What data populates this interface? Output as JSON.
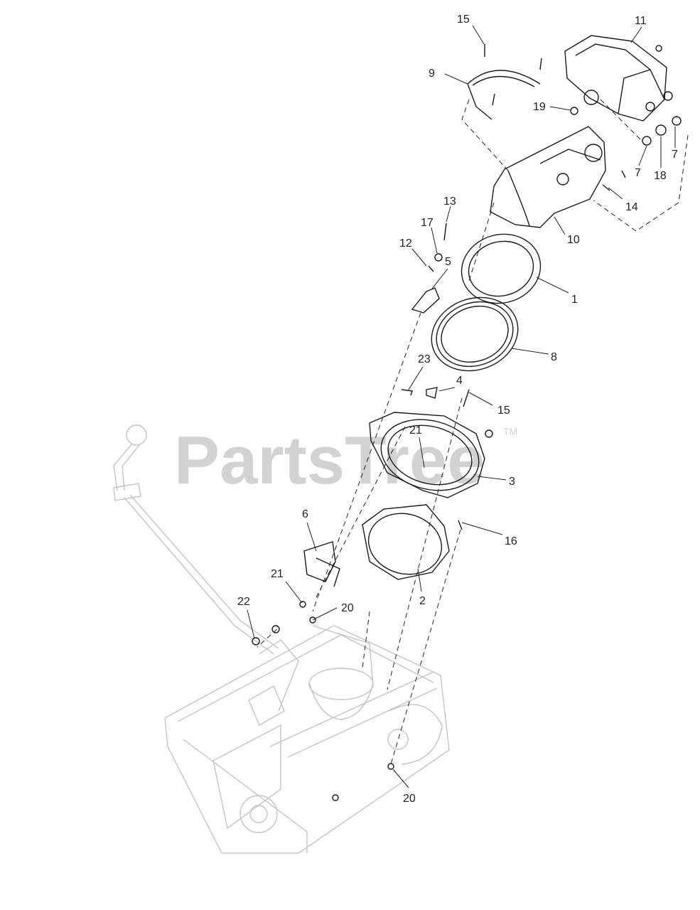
{
  "watermark": {
    "brand": "PartsTree",
    "tm": "TM"
  },
  "callouts": [
    {
      "id": "c15a",
      "label": "15"
    },
    {
      "id": "c11",
      "label": "11"
    },
    {
      "id": "c9",
      "label": "9"
    },
    {
      "id": "c19",
      "label": "19"
    },
    {
      "id": "c7a",
      "label": "7"
    },
    {
      "id": "c7b",
      "label": "7"
    },
    {
      "id": "c18",
      "label": "18"
    },
    {
      "id": "c14",
      "label": "14"
    },
    {
      "id": "c13",
      "label": "13"
    },
    {
      "id": "c17",
      "label": "17"
    },
    {
      "id": "c12",
      "label": "12"
    },
    {
      "id": "c5",
      "label": "5"
    },
    {
      "id": "c10",
      "label": "10"
    },
    {
      "id": "c1",
      "label": "1"
    },
    {
      "id": "c8",
      "label": "8"
    },
    {
      "id": "c23",
      "label": "23"
    },
    {
      "id": "c4",
      "label": "4"
    },
    {
      "id": "c15b",
      "label": "15"
    },
    {
      "id": "c21a",
      "label": "21"
    },
    {
      "id": "c3",
      "label": "3"
    },
    {
      "id": "c6",
      "label": "6"
    },
    {
      "id": "c16",
      "label": "16"
    },
    {
      "id": "c2",
      "label": "2"
    },
    {
      "id": "c21b",
      "label": "21"
    },
    {
      "id": "c20a",
      "label": "20"
    },
    {
      "id": "c22",
      "label": "22"
    },
    {
      "id": "c20b",
      "label": "20"
    }
  ]
}
